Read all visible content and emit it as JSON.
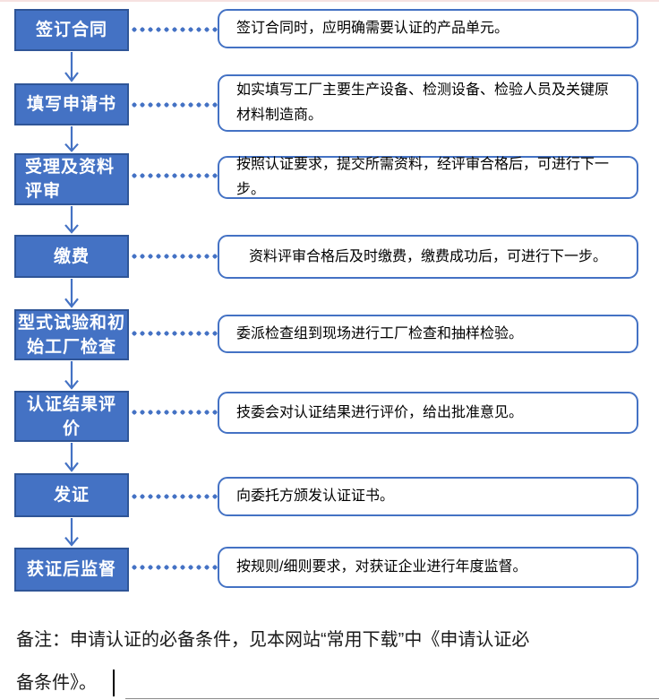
{
  "flow": {
    "steps": [
      {
        "label": "签订合同",
        "desc": "签订合同时，应明确需要认证的产品单元。"
      },
      {
        "label": "填写申请书",
        "desc": "如实填写工厂主要生产设备、检测设备、检验人员及关键原\n材料制造商。"
      },
      {
        "label": "受理及资料\n评审",
        "desc": "按照认证要求，提交所需资料，经评审合格后，可进行下一步。"
      },
      {
        "label": "缴费",
        "desc": "资料评审合格后及时缴费，缴费成功后，可进行下一步。"
      },
      {
        "label": "型式试验和初\n始工厂检查",
        "desc": "委派检查组到现场进行工厂检查和抽样检验。"
      },
      {
        "label": "认证结果评\n价",
        "desc": "技委会对认证结果进行评价，给出批准意见。"
      },
      {
        "label": "发证",
        "desc": "向委托方颁发认证证书。"
      },
      {
        "label": "获证后监督",
        "desc": "按规则/细则要求，对获证企业进行年度监督。"
      }
    ]
  },
  "note": {
    "text": "备注：申请认证的必备条件，见本网站“常用下载”中《申请认证必\n备条件》。"
  },
  "colors": {
    "step_box_fill": "#4472C4",
    "step_box_border": "#2F5597",
    "step_box_text": "#FFFFFF",
    "desc_box_border": "#4472C4",
    "desc_box_fill": "#FFFFFF",
    "desc_text": "#000000",
    "connector": "#4472C4",
    "arrow": "#4472C4",
    "note_text": "#1A1A1A"
  }
}
